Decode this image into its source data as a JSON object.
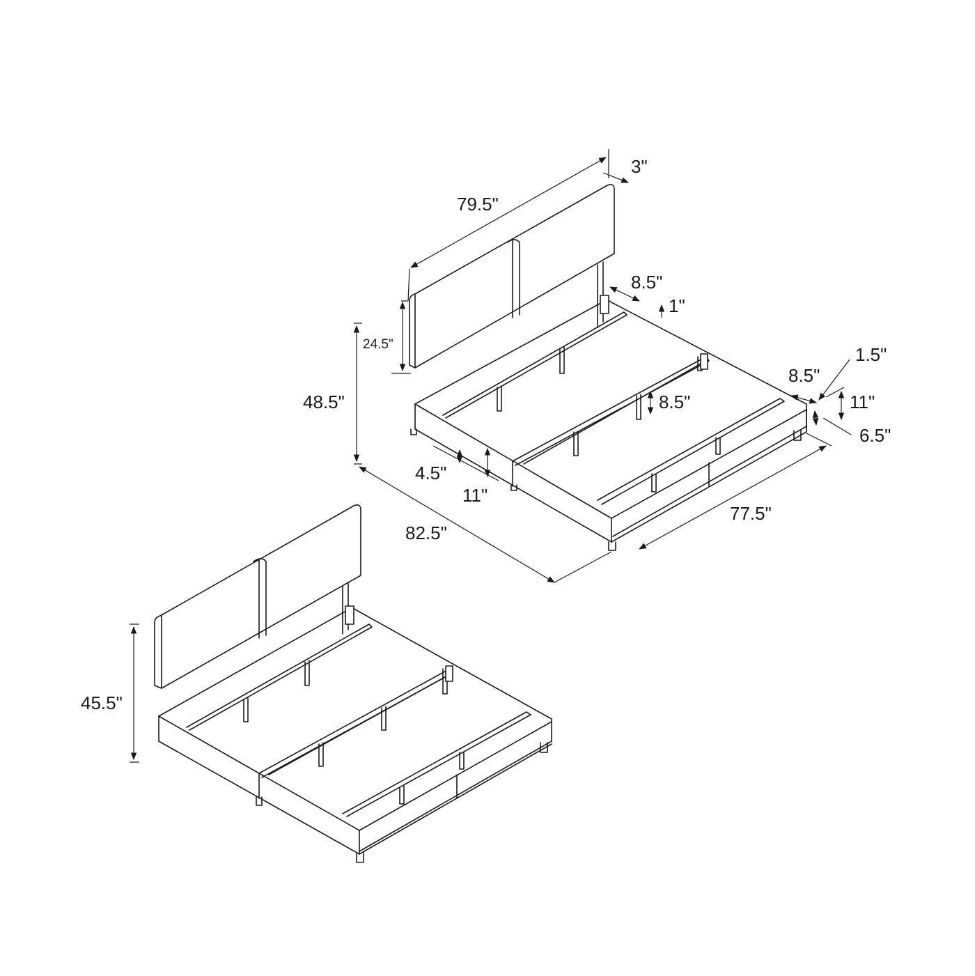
{
  "dimensions": {
    "headboard_width": "79.5\"",
    "headboard_depth": "3\"",
    "headboard_panel_height": "24.5\"",
    "total_height": "48.5\"",
    "rail_gap": "8.5\"",
    "slat_clearance": "1\"",
    "corner_offset": "1.5\"",
    "end_rail_depth": "8.5\"",
    "leg_post_height": "8.5\"",
    "frame_height_right": "11\"",
    "leg_height_right": "6.5\"",
    "leg_height_front": "4.5\"",
    "frame_height_front": "11\"",
    "overall_length": "82.5\"",
    "inner_width": "77.5\"",
    "low_total_height": "45.5\""
  }
}
